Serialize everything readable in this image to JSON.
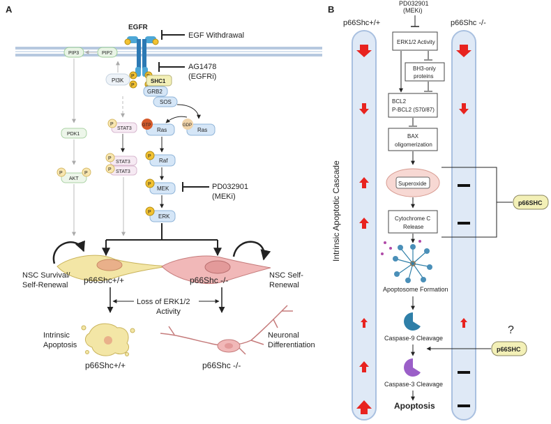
{
  "panel_a": {
    "label": "A",
    "egfr": "EGFR",
    "egf_withdrawal": "EGF Withdrawal",
    "ag1478_line1": "AG1478",
    "ag1478_line2": "(EGFRi)",
    "pip3": "PIP3",
    "pip2": "PIP2",
    "pi3k": "PI3K",
    "shc1": "SHC1",
    "grb2": "GRB2",
    "sos": "SOS",
    "gtp": "GTP",
    "gdp": "GDP",
    "ras": "Ras",
    "raf": "Raf",
    "mek": "MEK",
    "erk": "ERK",
    "pd_line1": "PD032901",
    "pd_line2": "(MEKi)",
    "p": "P",
    "stat3": "STAT3",
    "pdk1": "PDK1",
    "akt": "AKT",
    "nsc_survival_line1": "NSC Survival/",
    "nsc_survival_line2": "Self-Renewal",
    "cell_wt": "p66Shc+/+",
    "cell_ko": "p66Shc -/-",
    "nsc_self_line1": "NSC Self-",
    "nsc_self_line2": "Renewal",
    "loss_line1": "Loss of ERK1/2",
    "loss_line2": "Activity",
    "intrinsic_line1": "Intrinsic",
    "intrinsic_line2": "Apoptosis",
    "bottom_wt": "p66Shc+/+",
    "neuronal_line1": "Neuronal",
    "neuronal_line2": "Differentiation",
    "bottom_ko": "p66Shc -/-"
  },
  "panel_b": {
    "label": "B",
    "col_wt": "p66Shc+/+",
    "col_ko": "p66Shc -/-",
    "pd_line1": "PD032901",
    "pd_line2": "(MEKi)",
    "side_label": "Intrinsic Apoptotic Cascade",
    "erk_activity": "ERK1/2 Activity",
    "bh3_line1": "BH3-only",
    "bh3_line2": "proteins",
    "bcl2_line1": "BCL2",
    "bcl2_line2": "P-BCL2 (S70/87)",
    "bax_line1": "BAX",
    "bax_line2": "oligomerization",
    "superoxide": "Superoxide",
    "cytc_line1": "Cytochrome C",
    "cytc_line2": "Release",
    "apoptosome": "Apoptosome Formation",
    "casp9": "Caspase-9 Cleavage",
    "casp3": "Caspase-3 Cleavage",
    "apoptosis": "Apoptosis",
    "p66shc_label": "p66SHC",
    "question": "?"
  },
  "colors": {
    "arrow_red": "#e8231f",
    "column_fill": "#dfe9f6",
    "column_stroke": "#a9c0e0",
    "label_fill": "#f3f0b7",
    "membrane": "#b6c8df",
    "cell_wt": "#f3e6a6",
    "cell_ko": "#f1b8b8",
    "pathway_box": "#d5e6f7",
    "phospho": "#f2c233",
    "caspase": "#2f7fa8",
    "caspase3": "#9b5fc8"
  }
}
